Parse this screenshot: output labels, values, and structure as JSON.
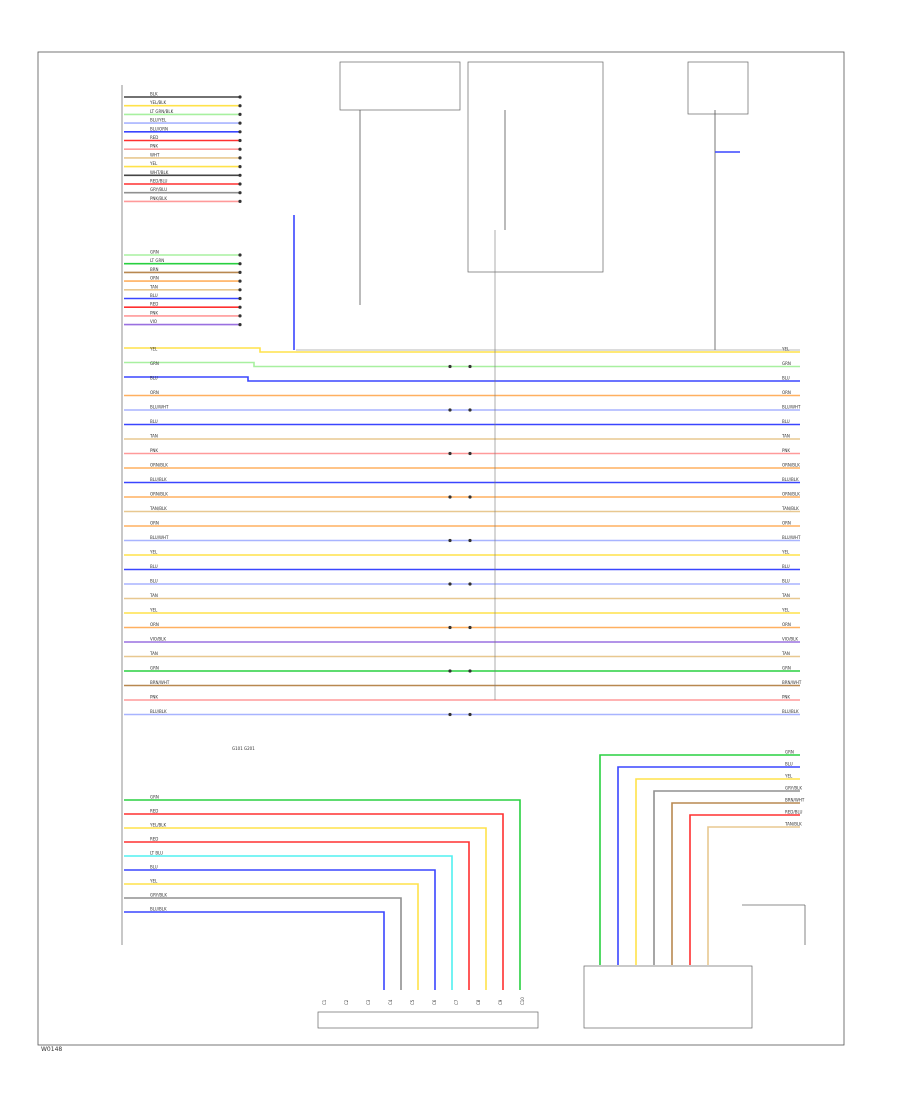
{
  "diagram": {
    "footer_code": "W0148",
    "ground_note": "G101  G201",
    "colors": {
      "black": "#444444",
      "yellow": "#ffe24a",
      "lightgreen": "#a8f0a0",
      "green": "#28d040",
      "blue": "#3a46ff",
      "lightblue": "#a8b4ff",
      "red": "#ff3030",
      "pink": "#ff9a9a",
      "orange": "#ffb060",
      "tan": "#e8c890",
      "cyan": "#50f0f0",
      "violet": "#9a70e0",
      "gray": "#909090",
      "brown": "#b88850"
    },
    "wires_top": [
      {
        "label": "BLK",
        "color": "black"
      },
      {
        "label": "YEL/BLK",
        "color": "yellow"
      },
      {
        "label": "LT GRN/BLK",
        "color": "lightgreen"
      },
      {
        "label": "BLU/YEL",
        "color": "lightblue"
      },
      {
        "label": "BLU/ORN",
        "color": "blue"
      },
      {
        "label": "RED",
        "color": "red"
      },
      {
        "label": "PNK",
        "color": "pink"
      },
      {
        "label": "WHT",
        "color": "tan"
      },
      {
        "label": "YEL",
        "color": "yellow"
      },
      {
        "label": "WHT/BLK",
        "color": "black"
      },
      {
        "label": "RED/BLU",
        "color": "red"
      },
      {
        "label": "GRY/BLU",
        "color": "gray"
      },
      {
        "label": "PNK/BLK",
        "color": "pink"
      }
    ],
    "wires_mid": [
      {
        "label": "GRN",
        "color": "lightgreen"
      },
      {
        "label": "LT GRN",
        "color": "green"
      },
      {
        "label": "BRN",
        "color": "brown"
      },
      {
        "label": "ORN",
        "color": "orange"
      },
      {
        "label": "TAN",
        "color": "tan"
      },
      {
        "label": "BLU",
        "color": "blue"
      },
      {
        "label": "RED",
        "color": "red"
      },
      {
        "label": "PNK",
        "color": "pink"
      },
      {
        "label": "VIO",
        "color": "violet"
      }
    ],
    "bus_wires": [
      {
        "label": "YEL",
        "color": "yellow"
      },
      {
        "label": "GRN",
        "color": "lightgreen"
      },
      {
        "label": "BLU",
        "color": "blue"
      },
      {
        "label": "ORN",
        "color": "orange"
      },
      {
        "label": "BLU/WHT",
        "color": "lightblue"
      },
      {
        "label": "BLU",
        "color": "blue"
      },
      {
        "label": "TAN",
        "color": "tan"
      },
      {
        "label": "PNK",
        "color": "pink"
      },
      {
        "label": "ORN/BLK",
        "color": "orange"
      },
      {
        "label": "BLU/BLK",
        "color": "blue"
      },
      {
        "label": "ORN/BLK",
        "color": "orange"
      },
      {
        "label": "TAN/BLK",
        "color": "tan"
      },
      {
        "label": "ORN",
        "color": "orange"
      },
      {
        "label": "BLU/WHT",
        "color": "lightblue"
      },
      {
        "label": "YEL",
        "color": "yellow"
      },
      {
        "label": "BLU",
        "color": "blue"
      },
      {
        "label": "BLU",
        "color": "lightblue"
      },
      {
        "label": "TAN",
        "color": "tan"
      },
      {
        "label": "YEL",
        "color": "yellow"
      },
      {
        "label": "ORN",
        "color": "orange"
      },
      {
        "label": "VIO/BLK",
        "color": "violet"
      },
      {
        "label": "TAN",
        "color": "tan"
      },
      {
        "label": "GRN",
        "color": "green"
      },
      {
        "label": "BRN/WHT",
        "color": "brown"
      },
      {
        "label": "PNK",
        "color": "pink"
      },
      {
        "label": "BLU/BLK",
        "color": "lightblue"
      }
    ],
    "low_wires": [
      {
        "label": "GRN",
        "color": "green"
      },
      {
        "label": "RED",
        "color": "red"
      },
      {
        "label": "YEL/BLK",
        "color": "yellow"
      },
      {
        "label": "RED",
        "color": "red"
      },
      {
        "label": "LT BLU",
        "color": "cyan"
      },
      {
        "label": "BLU",
        "color": "blue"
      },
      {
        "label": "YEL",
        "color": "yellow"
      },
      {
        "label": "GRY/BLK",
        "color": "gray"
      },
      {
        "label": "BLU/BLK",
        "color": "blue"
      }
    ],
    "right_drops": [
      {
        "label": "GRN",
        "color": "green"
      },
      {
        "label": "BLU",
        "color": "blue"
      },
      {
        "label": "YEL",
        "color": "yellow"
      },
      {
        "label": "GRY/BLK",
        "color": "gray"
      },
      {
        "label": "BRN/WHT",
        "color": "brown"
      },
      {
        "label": "RED/BLU",
        "color": "red"
      },
      {
        "label": "TAN/BLK",
        "color": "tan"
      }
    ]
  }
}
